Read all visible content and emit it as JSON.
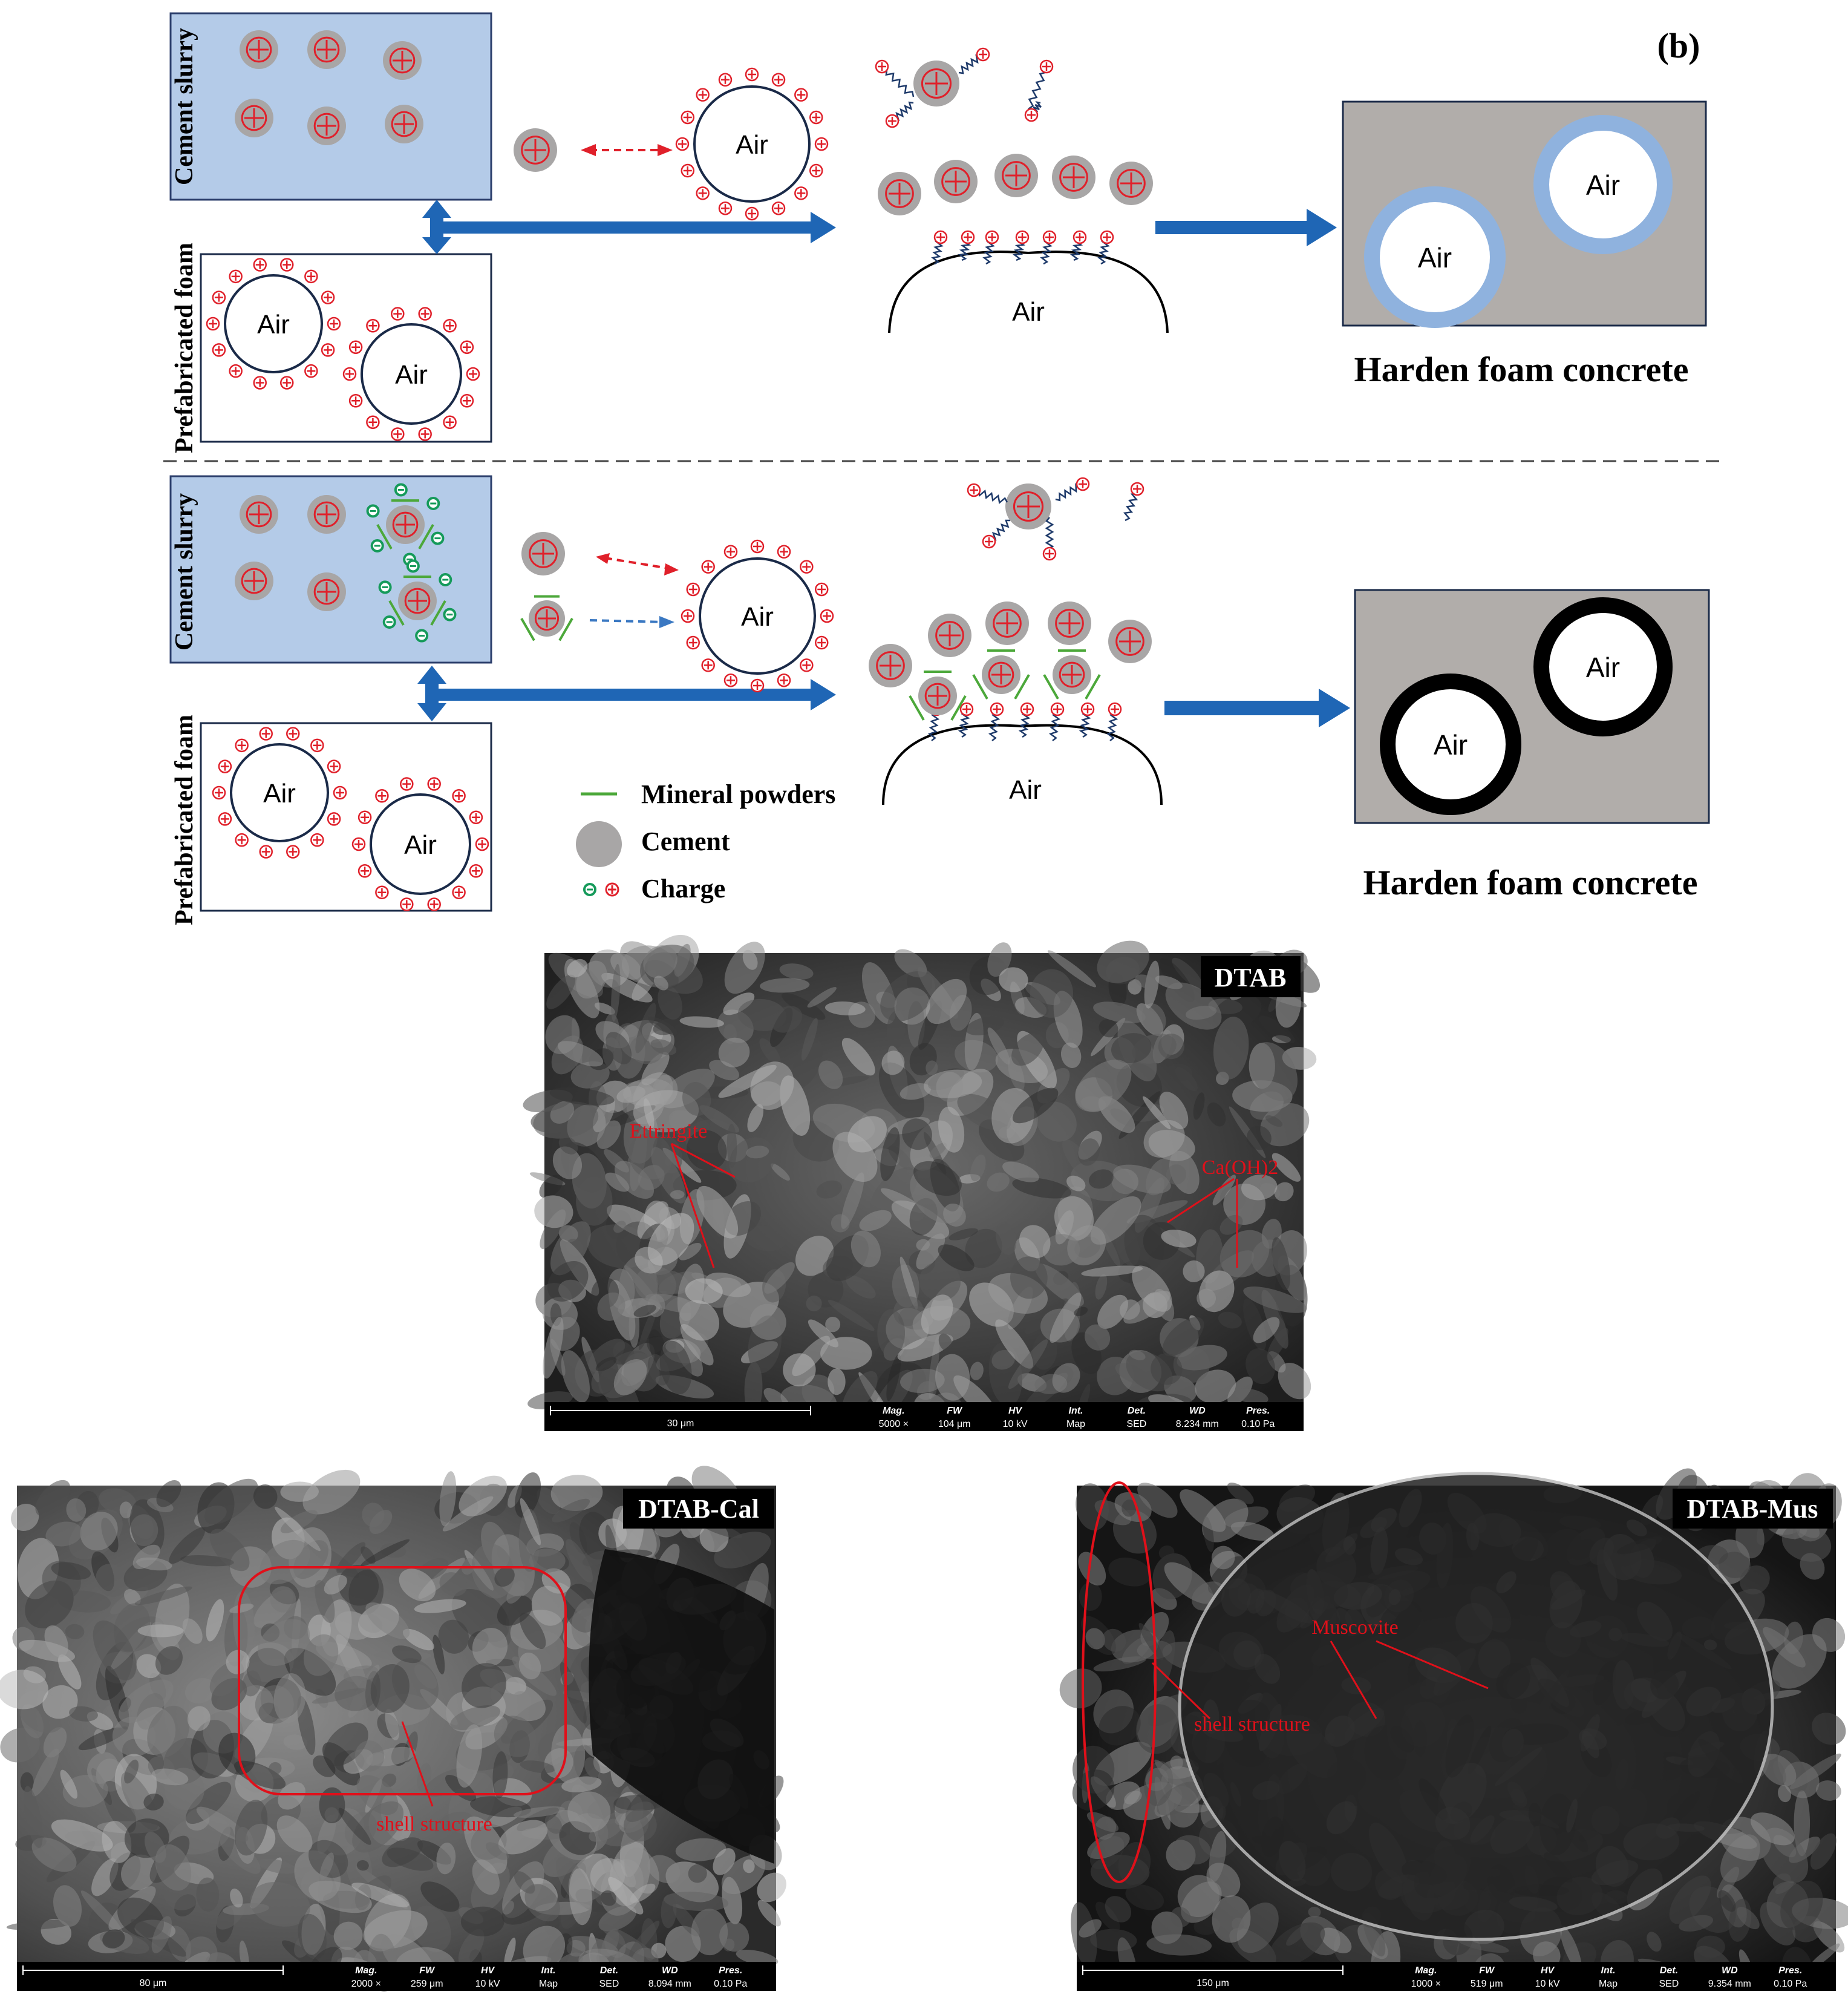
{
  "diagram": {
    "panel_label": "(b)",
    "labels": {
      "cement_slurry": "Cement slurry",
      "prefabricated_foam": "Prefabricated foam",
      "air": "Air",
      "harden_foam_concrete": "Harden foam concrete"
    },
    "legend": [
      {
        "key": "mineral",
        "label": "Mineral powders"
      },
      {
        "key": "cement",
        "label": "Cement"
      },
      {
        "key": "charge",
        "label": "Charge"
      }
    ]
  },
  "sem_images": [
    {
      "title": "DTAB",
      "annotations": [
        "Ettringite",
        "Ca(OH)2"
      ],
      "scale_bar": "30 μm",
      "info": {
        "Mag.": "5000 ×",
        "FW": "104 μm",
        "HV": "10 kV",
        "Int.": "Map",
        "Det.": "SED",
        "WD": "8.234 mm",
        "Pres.": "0.10 Pa"
      }
    },
    {
      "title": "DTAB-Cal",
      "annotations": [
        "shell structure"
      ],
      "scale_bar": "80 μm",
      "info": {
        "Mag.": "2000 ×",
        "FW": "259 μm",
        "HV": "10 kV",
        "Int.": "Map",
        "Det.": "SED",
        "WD": "8.094 mm",
        "Pres.": "0.10 Pa"
      }
    },
    {
      "title": "DTAB-Mus",
      "annotations": [
        "Muscovite",
        "shell structure"
      ],
      "scale_bar": "150 μm",
      "info": {
        "Mag.": "1000 ×",
        "FW": "519 μm",
        "HV": "10 kV",
        "Int.": "Map",
        "Det.": "SED",
        "WD": "9.354 mm",
        "Pres.": "0.10 Pa"
      }
    }
  ],
  "colors": {
    "slurry_fill": "#b4cbe8",
    "blue_arrow": "#1f66b5",
    "cement_grey": "#a8a6a6",
    "charge_red": "#e0202a",
    "mineral_green": "#4ca83a",
    "shell_blue": "#8fb2de",
    "concrete_grey": "#b1adaa",
    "annotation_red": "#e0101a"
  }
}
